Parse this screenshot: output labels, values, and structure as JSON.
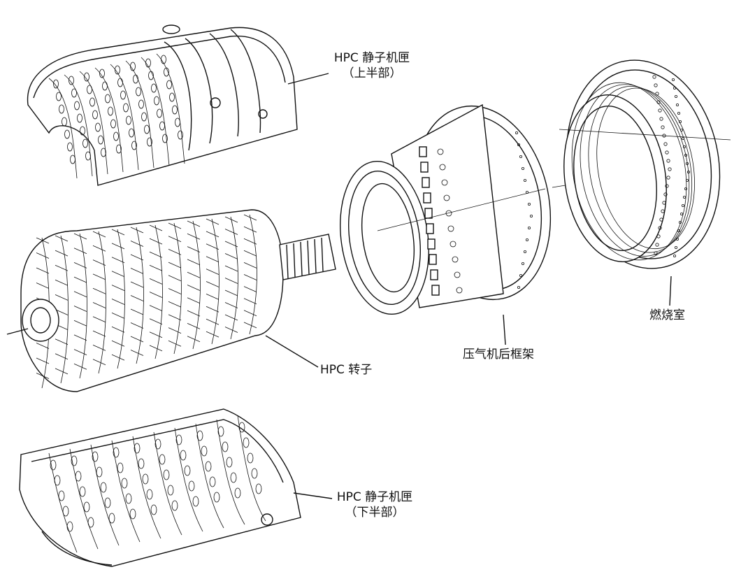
{
  "labels": {
    "hpc_upper_case_line1": "HPC 静子机匣",
    "hpc_upper_case_line2": "（上半部）",
    "hpc_rotor": "HPC 转子",
    "compressor_rear_frame": "压气机后框架",
    "combustor": "燃烧室",
    "hpc_lower_case_line1": "HPC 静子机匣",
    "hpc_lower_case_line2": "（下半部）"
  },
  "colors": {
    "ink": "#111111",
    "background": "#ffffff"
  }
}
